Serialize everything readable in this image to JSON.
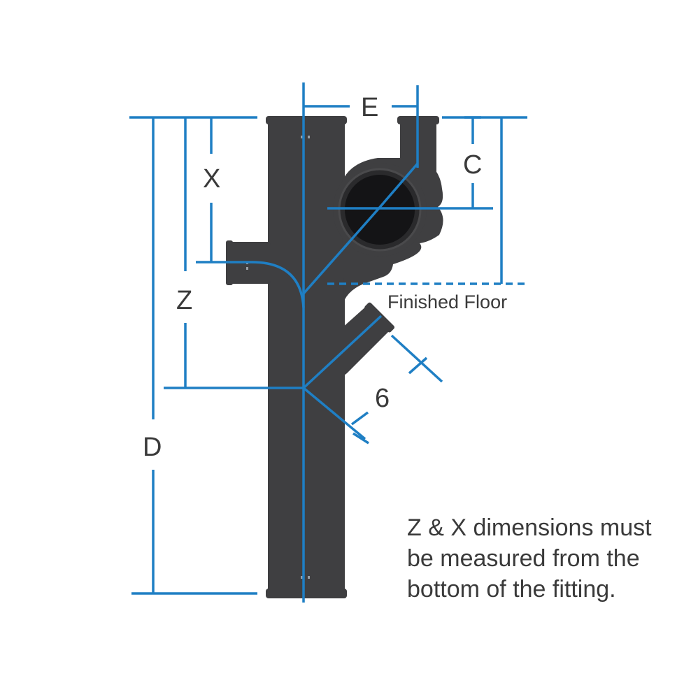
{
  "diagram": {
    "labels": {
      "e": "E",
      "c": "C",
      "x": "X",
      "z": "Z",
      "d": "D",
      "six": "6",
      "finished_floor": "Finished Floor"
    },
    "note": {
      "line1": "Z & X dimensions must",
      "line2": "be measured from the",
      "line3": "bottom of the fitting."
    },
    "colors": {
      "fitting": "#3f3f41",
      "fitting_dark": "#1e1e20",
      "dimension_line": "#1f7fc4",
      "text": "#3a3a3a"
    }
  }
}
